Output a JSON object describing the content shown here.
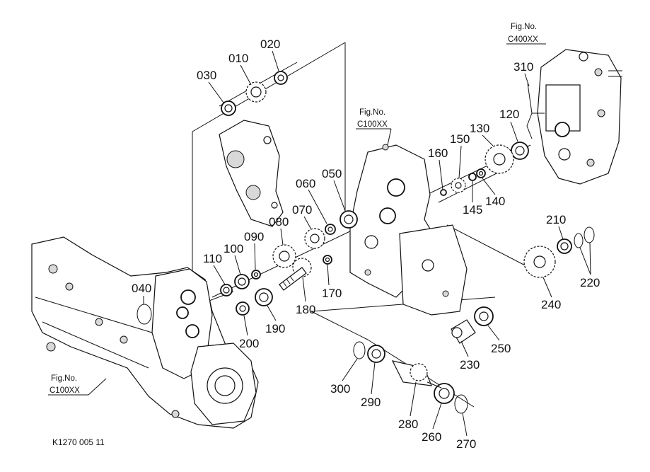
{
  "figure_refs": {
    "ref_top_right": {
      "title": "Fig.No.",
      "code": "C400XX"
    },
    "ref_center": {
      "title": "Fig.No.",
      "code": "C100XX"
    },
    "ref_left": {
      "title": "Fig.No.",
      "code": "C100XX"
    }
  },
  "callouts": {
    "p010": "010",
    "p020": "020",
    "p030": "030",
    "p040": "040",
    "p050": "050",
    "p060": "060",
    "p070": "070",
    "p080": "080",
    "p090": "090",
    "p100": "100",
    "p110": "110",
    "p120": "120",
    "p130": "130",
    "p140": "140",
    "p145": "145",
    "p150": "150",
    "p160": "160",
    "p170": "170",
    "p180": "180",
    "p190": "190",
    "p200": "200",
    "p210": "210",
    "p220": "220",
    "p230": "230",
    "p240": "240",
    "p250": "250",
    "p260": "260",
    "p270": "270",
    "p280": "280",
    "p290": "290",
    "p300": "300",
    "p310": "310"
  },
  "footer": {
    "diagram_id": "K1270  005  11"
  }
}
